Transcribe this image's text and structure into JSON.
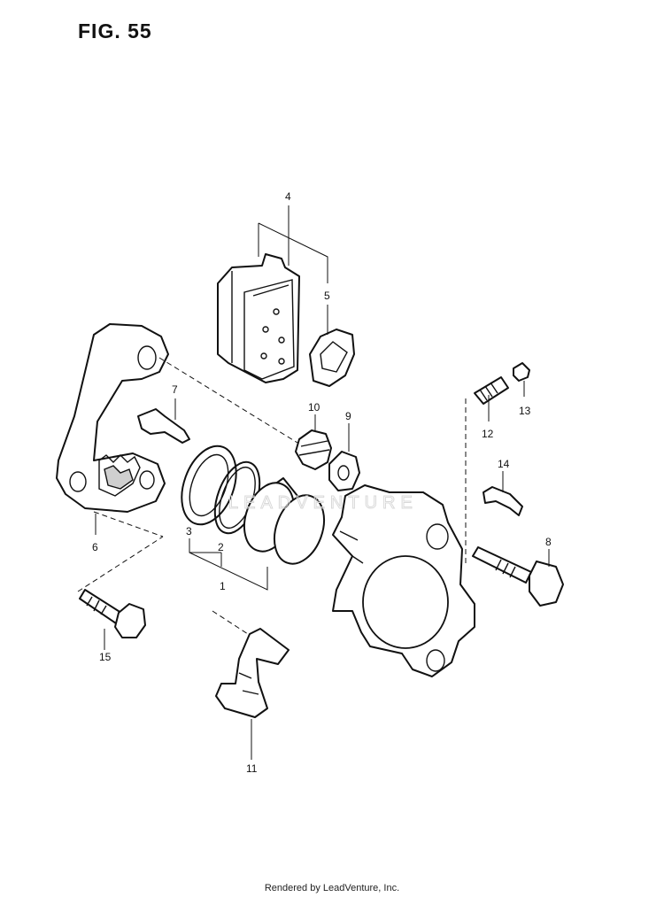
{
  "figure": {
    "title": "FIG. 55"
  },
  "callouts": [
    {
      "id": "c1",
      "label": "1"
    },
    {
      "id": "c2",
      "label": "2"
    },
    {
      "id": "c3",
      "label": "3"
    },
    {
      "id": "c4",
      "label": "4"
    },
    {
      "id": "c5",
      "label": "5"
    },
    {
      "id": "c6",
      "label": "6"
    },
    {
      "id": "c7",
      "label": "7"
    },
    {
      "id": "c8",
      "label": "8"
    },
    {
      "id": "c9",
      "label": "9"
    },
    {
      "id": "c10",
      "label": "10"
    },
    {
      "id": "c11",
      "label": "11"
    },
    {
      "id": "c12",
      "label": "12"
    },
    {
      "id": "c13",
      "label": "13"
    },
    {
      "id": "c14",
      "label": "14"
    },
    {
      "id": "c15",
      "label": "15"
    }
  ],
  "watermark": {
    "text": "LEADVENTURE"
  },
  "footer": {
    "credit": "Rendered by LeadVenture, Inc."
  }
}
